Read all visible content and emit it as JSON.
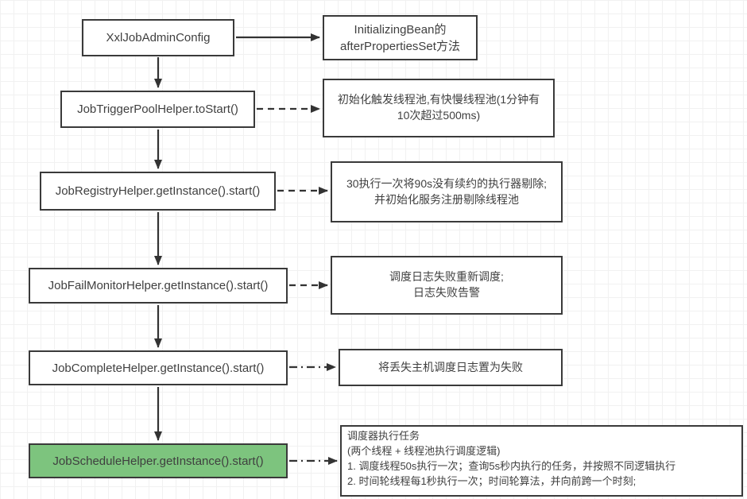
{
  "diagram": {
    "title": "xxl-job admin startup flow",
    "colors": {
      "highlight_fill": "#7dc47e",
      "box_border": "#3a3a3a",
      "connector": "#333333",
      "text": "#3f3f3f",
      "grid_line": "#f1f1f1"
    },
    "nodes": [
      {
        "id": "admin-config",
        "label": "XxlJobAdminConfig",
        "highlight": false
      },
      {
        "id": "trigger-pool",
        "label": "JobTriggerPoolHelper.toStart()",
        "highlight": false
      },
      {
        "id": "registry",
        "label": "JobRegistryHelper.getInstance().start()",
        "highlight": false
      },
      {
        "id": "fail-monitor",
        "label": "JobFailMonitorHelper.getInstance().start()",
        "highlight": false
      },
      {
        "id": "complete",
        "label": "JobCompleteHelper.getInstance().start()",
        "highlight": false
      },
      {
        "id": "schedule",
        "label": "JobScheduleHelper.getInstance().start()",
        "highlight": true
      }
    ],
    "notes": [
      {
        "id": "note-admin-config",
        "text": "InitializingBean的\nafterPropertiesSet方法"
      },
      {
        "id": "note-trigger-pool",
        "text": "初始化触发线程池,有快慢线程池(1分钟有\n10次超过500ms)"
      },
      {
        "id": "note-registry",
        "text": "30执行一次将90s没有续约的执行器剔除;\n并初始化服务注册剔除线程池"
      },
      {
        "id": "note-fail-monitor",
        "text": "调度日志失败重新调度;\n日志失败告警"
      },
      {
        "id": "note-complete",
        "text": "将丢失主机调度日志置为失败"
      },
      {
        "id": "note-schedule",
        "text": "调度器执行任务\n(两个线程 + 线程池执行调度逻辑)\n1. 调度线程50s执行一次；查询5s秒内执行的任务，并按照不同逻辑执行\n2. 时间轮线程每1秒执行一次；时间轮算法，并向前跨一个时刻;"
      }
    ],
    "edges": [
      {
        "from": "admin-config",
        "to": "note-admin-config",
        "style": "solid"
      },
      {
        "from": "admin-config",
        "to": "trigger-pool",
        "style": "solid"
      },
      {
        "from": "trigger-pool",
        "to": "note-trigger-pool",
        "style": "dashed"
      },
      {
        "from": "trigger-pool",
        "to": "registry",
        "style": "solid"
      },
      {
        "from": "registry",
        "to": "note-registry",
        "style": "dashed"
      },
      {
        "from": "registry",
        "to": "fail-monitor",
        "style": "solid"
      },
      {
        "from": "fail-monitor",
        "to": "note-fail-monitor",
        "style": "dashed"
      },
      {
        "from": "fail-monitor",
        "to": "complete",
        "style": "solid"
      },
      {
        "from": "complete",
        "to": "note-complete",
        "style": "dash-dot"
      },
      {
        "from": "complete",
        "to": "schedule",
        "style": "solid"
      },
      {
        "from": "schedule",
        "to": "note-schedule",
        "style": "dash-dot"
      }
    ]
  }
}
